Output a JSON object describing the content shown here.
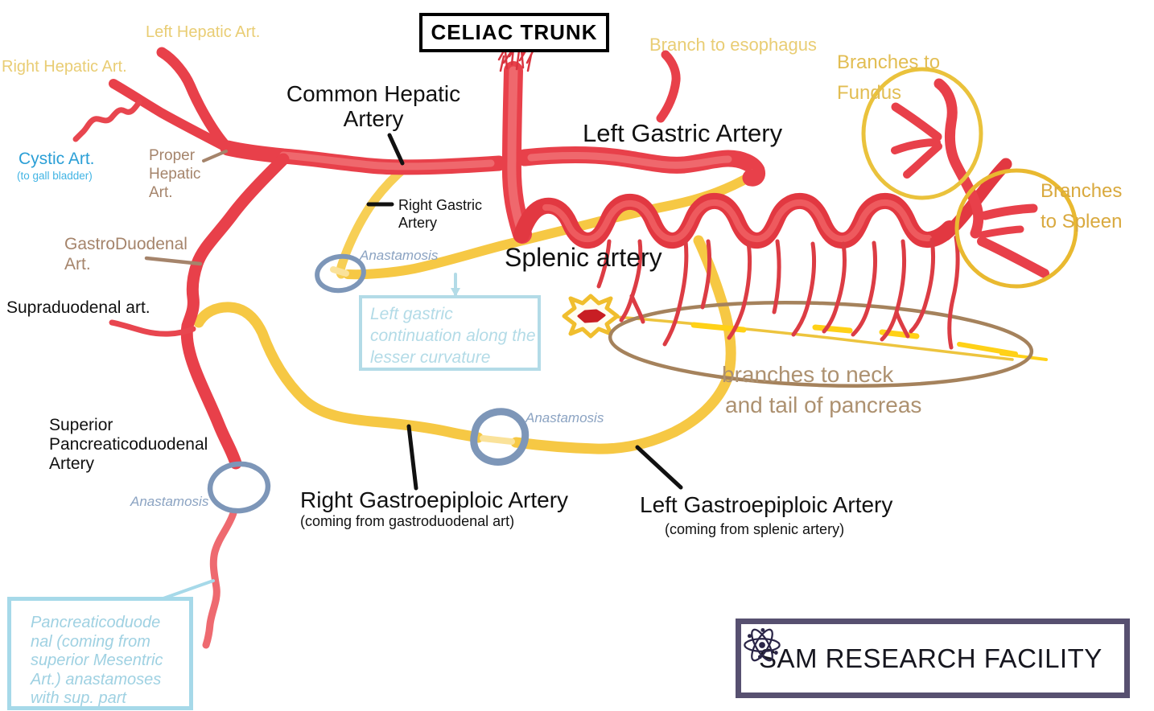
{
  "diagram_title": "CELIAC TRUNK",
  "branding": {
    "facility_name": "SAM RESEARCH FACILITY",
    "icon": "atom-icon",
    "border_color": "#575070",
    "text_color": "#16161f"
  },
  "colors": {
    "artery_red": "#e8404a",
    "artery_red_dark": "#e23841",
    "artery_red_light": "#ef6b6f",
    "artery_yellow": "#f6c844",
    "artery_yellow_bright": "#ffd117",
    "label_gold": "#e9cd74",
    "fundus_label_gold": "#e2bd52",
    "spleen_label_gold": "#d9a93e",
    "label_brown": "#a5846b",
    "pancreas_label_brown": "#ad9170",
    "ellipse_brown": "#a5825c",
    "cystic_blue": "#2b9fd6",
    "gallbladder_blue": "#41b4e4",
    "anastomosis_ring_blue": "#7d96b8",
    "anastomosis_text_blue": "#8ba3c2",
    "callout_blue": "#b3dbe7",
    "callout_blue_2": "#9fd1e2",
    "circle_gold": "#eac23c"
  },
  "labels": {
    "left_hepatic": {
      "text": "Left Hepatic Art."
    },
    "right_hepatic": {
      "text": "Right Hepatic Art."
    },
    "cystic": {
      "text": "Cystic Art.",
      "sub": "(to gall bladder)"
    },
    "proper_hepatic": {
      "lines": [
        "Proper",
        "Hepatic",
        "Art."
      ]
    },
    "common_hepatic": {
      "lines": [
        "Common Hepatic",
        "Artery"
      ]
    },
    "branch_esophagus": {
      "text": "Branch to esophagus"
    },
    "branches_fundus": {
      "lines": [
        "Branches to",
        "Fundus"
      ]
    },
    "branches_spleen": {
      "lines": [
        "Branches",
        "to Spleen"
      ]
    },
    "left_gastric": {
      "text": "Left Gastric Artery"
    },
    "right_gastric": {
      "lines": [
        "Right Gastric",
        "Artery"
      ]
    },
    "gastroduodenal": {
      "lines": [
        "GastroDuodenal",
        "Art."
      ]
    },
    "supraduodenal": {
      "text": "Supraduodenal art."
    },
    "splenic": {
      "text": "Splenic artery"
    },
    "pancreas_branches": {
      "lines": [
        "branches to neck",
        "and tail of pancreas"
      ]
    },
    "superior_pancreaticoduodenal": {
      "lines": [
        "Superior",
        "Pancreaticoduodenal",
        "Artery"
      ]
    },
    "right_gastroepiploic": {
      "text": "Right Gastroepiploic Artery",
      "sub": "(coming from gastroduodenal art)"
    },
    "left_gastroepiploic": {
      "text": "Left Gastroepiploic Artery",
      "sub": "(coming from splenic artery)"
    },
    "anastamosis_1": {
      "text": "Anastamosis"
    },
    "anastamosis_2": {
      "text": "Anastamosis"
    },
    "anastamosis_3": {
      "text": "Anastamosis"
    }
  },
  "callouts": {
    "left_gastric_continuation": {
      "lines": [
        "Left gastric",
        "continuation along the",
        "lesser curvature"
      ]
    },
    "pancreaticoduodenal": {
      "lines": [
        "Pancreaticoduode",
        "nal (coming from",
        "superior Mesentric",
        "Art.) anastamoses",
        "with sup. part"
      ]
    }
  }
}
